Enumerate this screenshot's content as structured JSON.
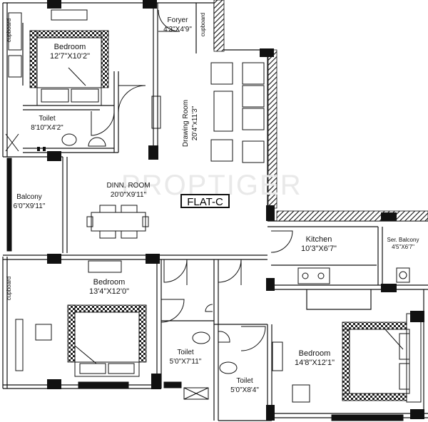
{
  "watermark": "PROPTIGER",
  "flat_label": "FLAT-C",
  "rooms": {
    "bedroom_top": {
      "name": "Bedroom",
      "size": "12'7\"X10'2\""
    },
    "foyer": {
      "name": "Foryer",
      "size": "4'3\"X4'9\""
    },
    "toilet_top": {
      "name": "Toilet",
      "size": "8'10\"X4'2\""
    },
    "drawing": {
      "name": "Drawing Room",
      "size": "20'4\"x11'3\""
    },
    "dinning": {
      "name": "DINN. ROOM",
      "size": "20'0\"X9'11\""
    },
    "balcony": {
      "name": "Balcony",
      "size": "6'0\"X9'11\""
    },
    "kitchen": {
      "name": "Kitchen",
      "size": "10'3\"X6'7\""
    },
    "ser_balcony": {
      "name": "Ser. Balcony",
      "size": "4'5\"X6'7\""
    },
    "bedroom_bl": {
      "name": "Bedroom",
      "size": "13'4\"X12'0\""
    },
    "toilet_mid": {
      "name": "Toilet",
      "size": "5'0\"X7'11\""
    },
    "toilet_br": {
      "name": "Toilet",
      "size": "5'0\"X8'4\""
    },
    "bedroom_br": {
      "name": "Bedroom",
      "size": "14'8\"X12'1\""
    }
  },
  "cupboards": {
    "c1": "cupboard",
    "c2": "cupboard",
    "c3": "cupboard"
  }
}
